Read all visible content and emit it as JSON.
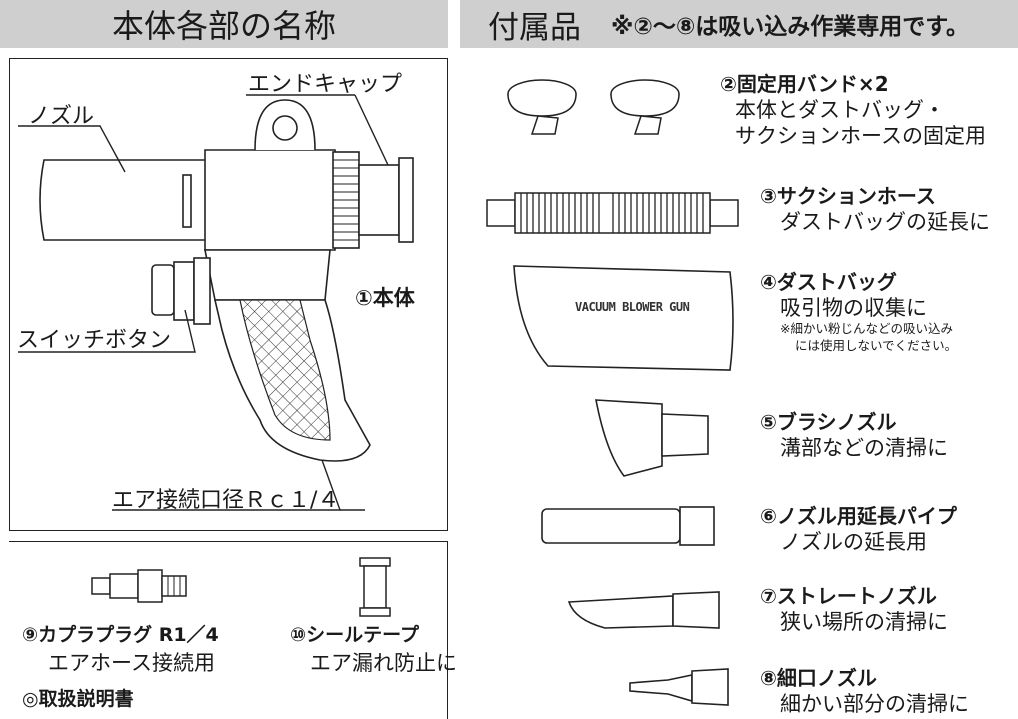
{
  "headers": {
    "body_parts_title": "本体各部の名称",
    "accessories_title": "付属品",
    "accessories_note": "※②〜⑧は吸い込み作業専用です。"
  },
  "body_labels": {
    "nozzle": "ノズル",
    "end_cap": "エンドキャップ",
    "body": "①本体",
    "switch_button": "スイッチボタン",
    "air_port": "エア接続口径Ｒｃ１/４",
    "dust_bag_print": "VACUUM BLOWER GUN"
  },
  "accessories": [
    {
      "name": "②固定用バンド×2",
      "desc": [
        "本体とダストバッグ・",
        "サクションホースの固定用"
      ]
    },
    {
      "name": "③サクションホース",
      "desc": [
        "ダストバッグの延長に"
      ]
    },
    {
      "name": "④ダストバッグ",
      "desc": [
        "吸引物の収集に"
      ],
      "note": [
        "※細かい粉じんなどの吸い込み",
        "には使用しないでください。"
      ]
    },
    {
      "name": "⑤ブラシノズル",
      "desc": [
        "溝部などの清掃に"
      ]
    },
    {
      "name": "⑥ノズル用延長パイプ",
      "desc": [
        "ノズルの延長用"
      ]
    },
    {
      "name": "⑦ストレートノズル",
      "desc": [
        "狭い場所の清掃に"
      ]
    },
    {
      "name": "⑧細口ノズル",
      "desc": [
        "細かい部分の清掃に"
      ]
    }
  ],
  "bottom_items": [
    {
      "name": "⑨カプラプラグ R1／4",
      "desc": "エアホース接続用"
    },
    {
      "name": "⑩シールテープ",
      "desc": "エア漏れ防止に"
    },
    {
      "name": "◎取扱説明書"
    }
  ]
}
